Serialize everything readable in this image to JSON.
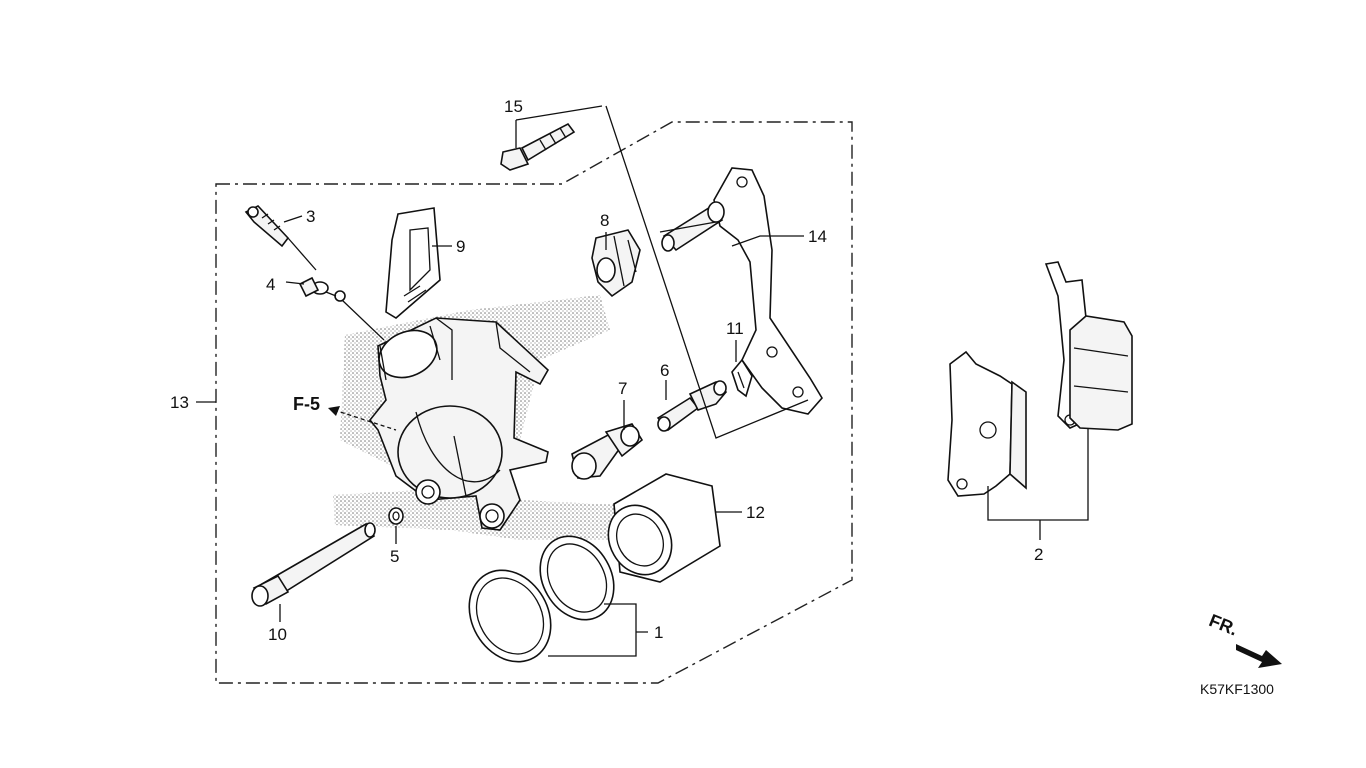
{
  "callouts": {
    "c1": "1",
    "c2": "2",
    "c3": "3",
    "c4": "4",
    "c5": "5",
    "c6": "6",
    "c7": "7",
    "c8": "8",
    "c9": "9",
    "c10": "10",
    "c11": "11",
    "c12": "12",
    "c13": "13",
    "c14": "14",
    "c15": "15"
  },
  "reference": "F-5",
  "direction_label": "FR.",
  "diagram_code": "K57KF1300"
}
